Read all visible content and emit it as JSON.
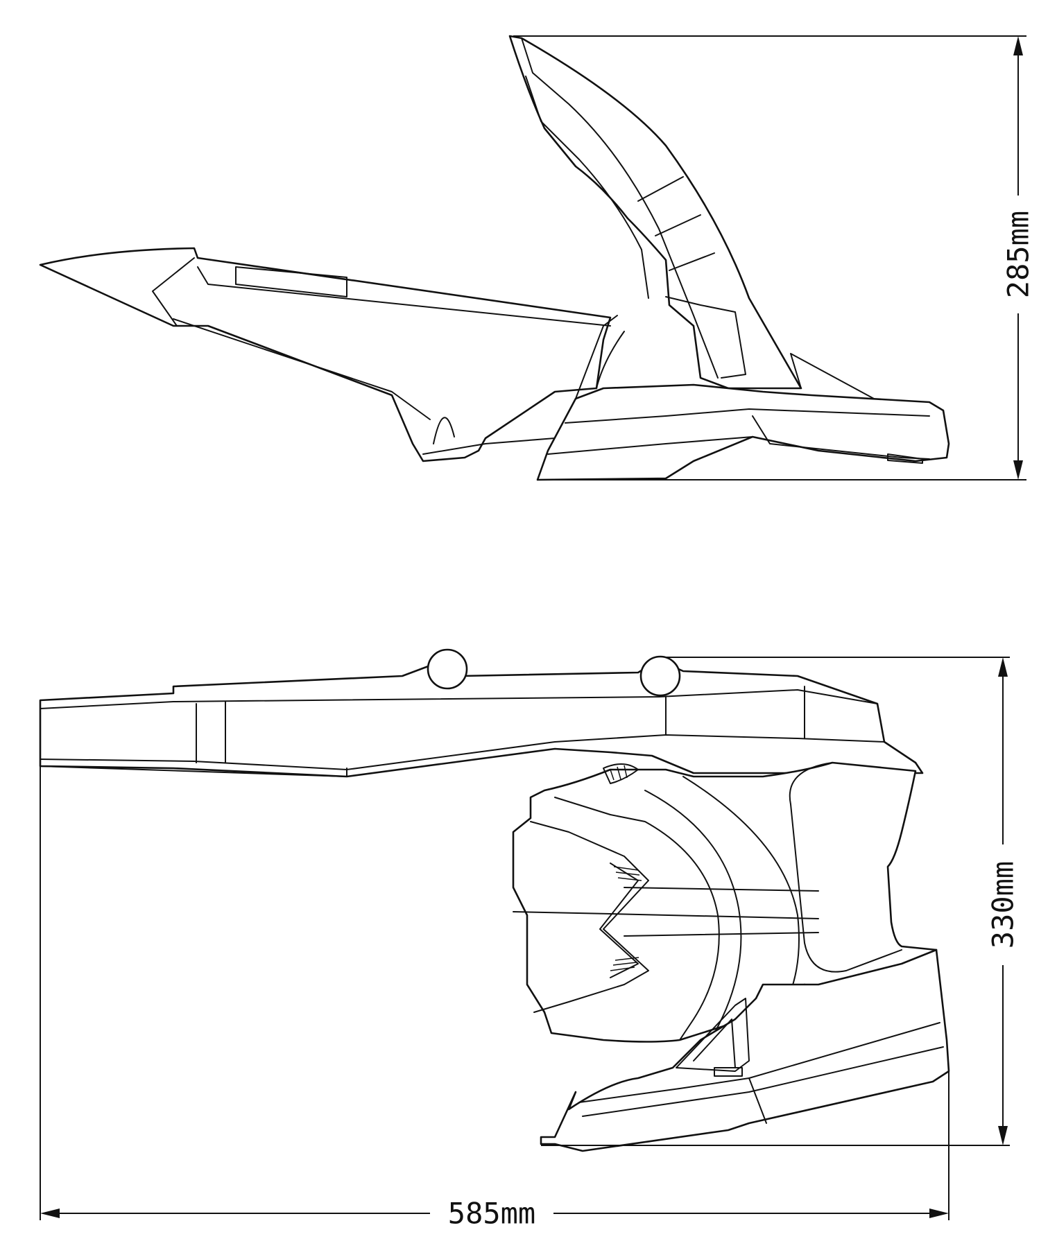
{
  "dimensions": {
    "side_height": "285mm",
    "top_height": "330mm",
    "overall_width": "585mm"
  },
  "colors": {
    "line": "#111111",
    "background": "#ffffff"
  }
}
